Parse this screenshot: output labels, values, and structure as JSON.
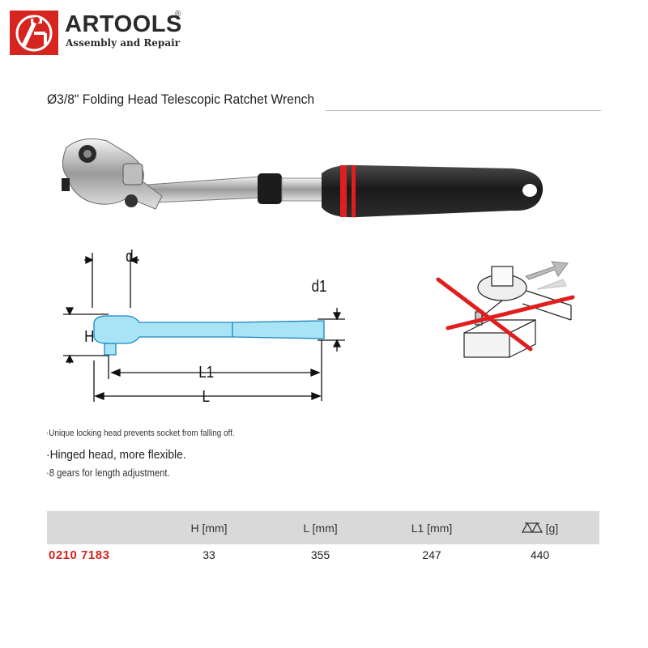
{
  "header": {
    "brand_name": "ARTOOLS",
    "registered_mark": "®",
    "tagline": "Assembly and Repair",
    "logo_icon": "wrench-screwdriver-ar-logo",
    "brand_color": "#d6241f"
  },
  "product": {
    "title": "Ø3/8\" Folding Head Telescopic Ratchet Wrench"
  },
  "diagram": {
    "labels": {
      "d": "d",
      "d1": "d1",
      "h": "H",
      "l1": "L1",
      "l": "L"
    },
    "highlight_color": "#a8e4f6"
  },
  "features": [
    "·Unique locking head prevents socket from falling off.",
    "·Hinged head, more flexible.",
    "·8 gears for length adjustment."
  ],
  "table": {
    "headers": [
      "",
      "H [mm]",
      "L [mm]",
      "L1 [mm]",
      "[g]"
    ],
    "weight_icon": "scale-weight-icon",
    "rows": [
      [
        "0210 7183",
        "33",
        "355",
        "247",
        "440"
      ]
    ]
  }
}
